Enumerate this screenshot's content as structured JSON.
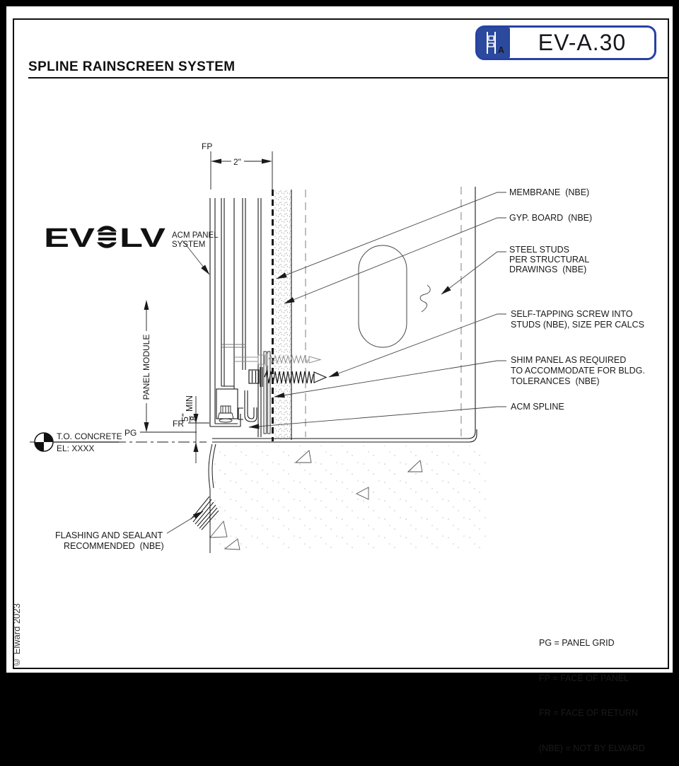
{
  "sheet": {
    "title": "SPLINE RAINSCREEN SYSTEM",
    "code": "EV-A.30",
    "copyright": "© Elward 2023"
  },
  "logo": {
    "ev": "EV",
    "lv": "LV",
    "sub1": "ACM PANEL",
    "sub2": "SYSTEM"
  },
  "dims": {
    "fp": "FP",
    "width": "2\"",
    "panel_module": "PANEL MODULE",
    "frac_num": "5\"",
    "frac_den": "8",
    "min": "MIN",
    "fr": "FR",
    "pg": "PG"
  },
  "datum": {
    "line1": "T.O. CONCRETE",
    "line2": "EL: XXXX"
  },
  "callouts": {
    "membrane": "MEMBRANE  (NBE)",
    "gyp": "GYP. BOARD  (NBE)",
    "studs": [
      "STEEL STUDS",
      "PER STRUCTURAL",
      "DRAWINGS  (NBE)"
    ],
    "screw": [
      "SELF-TAPPING SCREW INTO",
      "STUDS (NBE), SIZE PER CALCS"
    ],
    "shim": [
      "SHIM PANEL AS REQUIRED",
      "TO ACCOMMODATE FOR BLDG.",
      "TOLERANCES  (NBE)"
    ],
    "spline": "ACM SPLINE",
    "flashing": [
      "FLASHING AND SEALANT",
      "RECOMMENDED  (NBE)"
    ]
  },
  "legend": [
    "PG = PANEL GRID",
    "FP = FACE OF PANEL",
    "FR = FACE OF RETURN",
    "(NBE) = NOT BY ELWARD"
  ],
  "colors": {
    "badge_blue": "#2742a3",
    "icon_blue": "#2b4a9e",
    "line_black": "#1a1a1a",
    "hidden_grey": "#8a8a8a"
  }
}
